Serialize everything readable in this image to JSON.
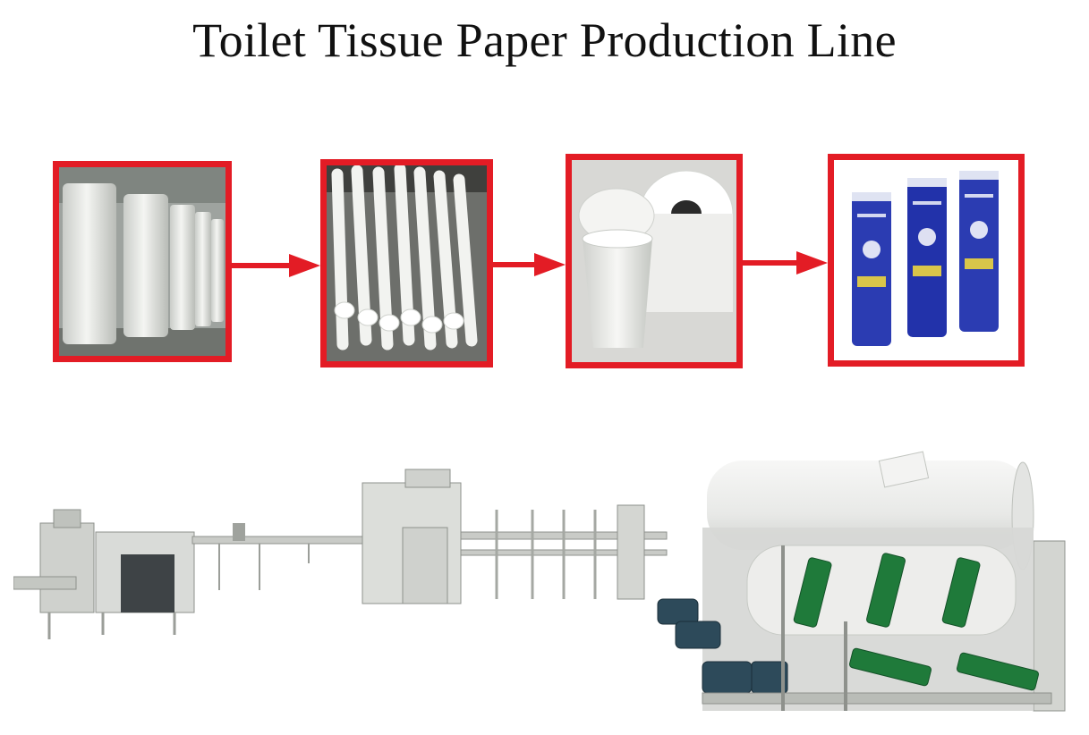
{
  "title": "Toilet Tissue Paper Production Line",
  "colors": {
    "frame_red": "#e31c25",
    "arrow_red": "#e31c25",
    "machine_gray": "#d7d8d6",
    "machine_green": "#1f7a3a",
    "motor_blue": "#2d4a5a",
    "package_blue": "#2030a8"
  },
  "steps": [
    {
      "name": "jumbo-rolls",
      "depicts": "jumbo-rolls-photo"
    },
    {
      "name": "log-rolls",
      "depicts": "log-rolls-photo"
    },
    {
      "name": "cut-rolls",
      "depicts": "cut-rolls-photo"
    },
    {
      "name": "packaged-rolls",
      "depicts": "packaged-rolls-photo"
    }
  ]
}
